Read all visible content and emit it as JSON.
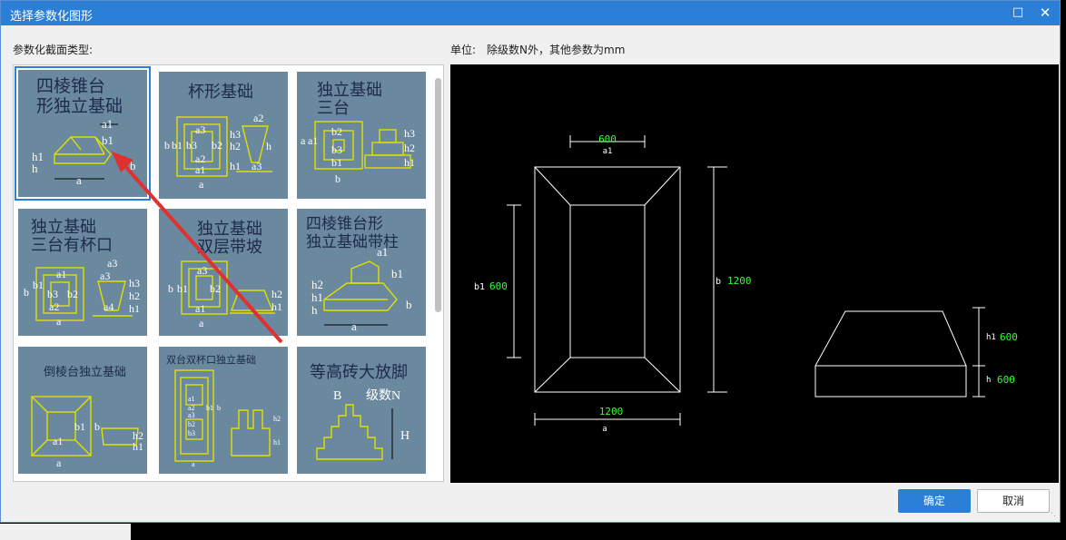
{
  "dialog": {
    "title": "选择参数化图形",
    "maximize_icon": "maximize-icon",
    "close_icon": "close-icon"
  },
  "left_label": "参数化截面类型:",
  "unit_label": "单位:　除级数N外，其他参数为mm",
  "tiles": [
    {
      "title_line1": "四棱锥台",
      "title_line2": "形独立基础",
      "selected": true
    },
    {
      "title_line1": "杯形基础",
      "title_line2": ""
    },
    {
      "title_line1": "独立基础",
      "title_line2": "三台"
    },
    {
      "title_line1": "独立基础",
      "title_line2": "三台有杯口"
    },
    {
      "title_line1": "独立基础",
      "title_line2": "双层带坡"
    },
    {
      "title_line1": "四棱锥台形",
      "title_line2": "独立基础带柱"
    },
    {
      "title_line1": "倒棱台独立基础",
      "title_line2": ""
    },
    {
      "title_line1": "双台双杯口独立基础",
      "title_line2": ""
    },
    {
      "title_line1": "等高砖大放脚",
      "title_line2": ""
    }
  ],
  "tile_labels": {
    "t1": [
      "a1",
      "b1",
      "h1",
      "h",
      "a",
      "b"
    ],
    "t2": [
      "a2",
      "a3",
      "b",
      "b1",
      "b3",
      "b2",
      "a2",
      "a1",
      "a",
      "h3",
      "h2",
      "h",
      "h1",
      "a3"
    ],
    "t3": [
      "b2",
      "b3",
      "a",
      "a1",
      "b1",
      "b",
      "h3",
      "h2",
      "h1"
    ],
    "t4": [
      "a1",
      "a3",
      "b",
      "b1",
      "b3",
      "b2",
      "a2",
      "a",
      "a3",
      "a4",
      "h3",
      "h2",
      "h1"
    ],
    "t5": [
      "a3",
      "b",
      "b1",
      "b2",
      "a1",
      "a",
      "h2",
      "h1"
    ],
    "t6": [
      "a1",
      "b1",
      "h2",
      "h1",
      "h",
      "a",
      "b"
    ],
    "t7": [
      "b1",
      "a1",
      "a",
      "b",
      "h2",
      "h1"
    ],
    "t8": [
      "a1",
      "a2",
      "a3",
      "b1",
      "b2",
      "b3",
      "b",
      "h2",
      "h1",
      "a"
    ],
    "t9": [
      "B",
      "级数N",
      "H"
    ]
  },
  "preview": {
    "top_dim_a1_value": "600",
    "top_dim_a1_name": "a1",
    "left_dim_b1_name": "b1",
    "left_dim_b1_value": "600",
    "right_dim_b_name": "b",
    "right_dim_b_value": "1200",
    "bottom_dim_a_value": "1200",
    "bottom_dim_a_name": "a",
    "side_h1_name": "h1",
    "side_h1_value": "600",
    "side_h_name": "h",
    "side_h_value": "600"
  },
  "buttons": {
    "ok": "确定",
    "cancel": "取消"
  },
  "colors": {
    "titlebar": "#2b7fd6",
    "tile_bg": "#6a889e",
    "line_yellow": "#e0e000",
    "dim_green": "#33ff33",
    "arrow_red": "#e03030"
  }
}
